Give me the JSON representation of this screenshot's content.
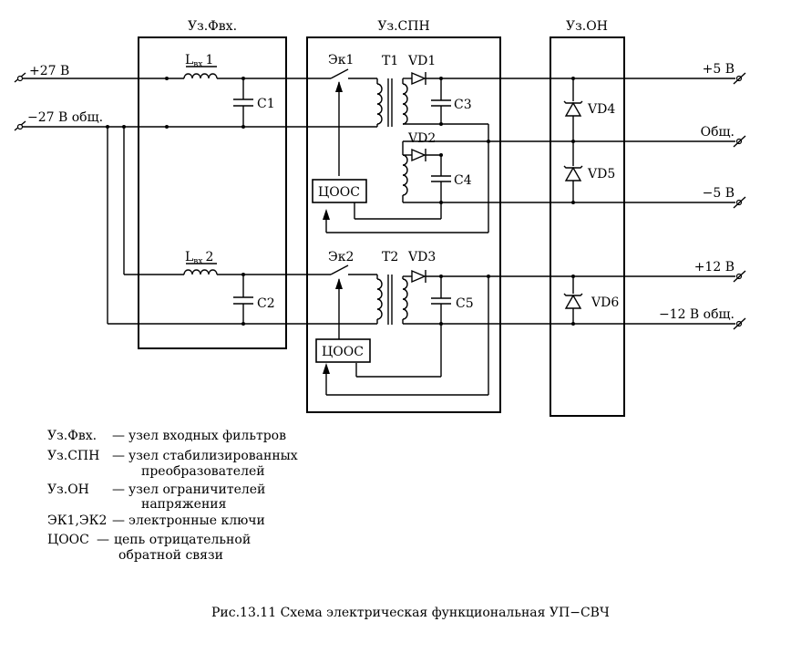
{
  "blocks": {
    "filters": "Уз.Фвх.",
    "converters": "Уз.СПН",
    "limiters": "Уз.ОН"
  },
  "inputs": {
    "plus27": "+27 В",
    "minus27": "−27 В общ."
  },
  "outputs": {
    "plus5": "+5 В",
    "common": "Общ.",
    "minus5": "−5 В",
    "plus12": "+12 В",
    "minus12": "−12 В общ."
  },
  "components": {
    "l1_main": "L",
    "l1_sub": "вх",
    "l1_num": "1",
    "l2_main": "L",
    "l2_sub": "вх",
    "l2_num": "2",
    "c1": "C1",
    "c2": "C2",
    "c3": "C3",
    "c4": "C4",
    "c5": "C5",
    "ek1": "Эк1",
    "ek2": "Эк2",
    "t1": "T1",
    "t2": "T2",
    "vd1": "VD1",
    "vd2": "VD2",
    "vd3": "VD3",
    "vd4": "VD4",
    "vd5": "VD5",
    "vd6": "VD6",
    "cooc1": "ЦООС",
    "cooc2": "ЦООС"
  },
  "legend": [
    {
      "term": "Уз.Фвх.",
      "dash": "—",
      "line1": "узел входных фильтров",
      "line2": ""
    },
    {
      "term": "Уз.СПН",
      "dash": "—",
      "line1": "узел стабилизированных",
      "line2": "преобразователей"
    },
    {
      "term": "Уз.ОН",
      "dash": "—",
      "line1": "узел ограничителей",
      "line2": "напряжения"
    },
    {
      "term": "ЭК1,ЭК2",
      "dash": "—",
      "line1": "электронные ключи",
      "line2": ""
    },
    {
      "term": "ЦООС",
      "dash": "—",
      "line1": "цепь отрицательной",
      "line2": "обратной связи"
    }
  ],
  "caption": "Рис.13.11 Схема электрическая функциональная УП−СВЧ"
}
